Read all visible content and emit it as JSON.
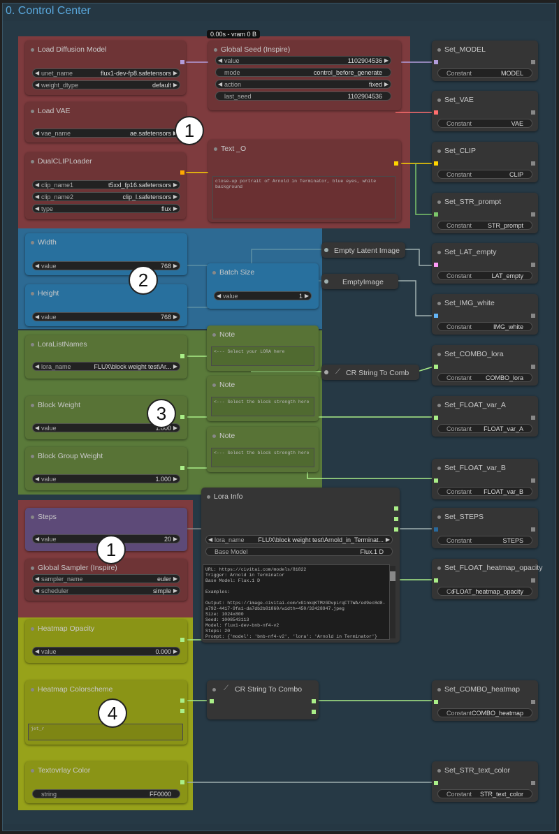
{
  "frame": {
    "title": "0. Control Center"
  },
  "status_badge": "0.00s - vram 0 B",
  "markers": [
    "1",
    "2",
    "3",
    "1",
    "4"
  ],
  "nodes": {
    "load_diffusion": {
      "title": "Load Diffusion Model",
      "w1_label": "unet_name",
      "w1_value": "flux1-dev-fp8.safetensors",
      "w2_label": "weight_dtype",
      "w2_value": "default"
    },
    "load_vae": {
      "title": "Load VAE",
      "w1_label": "vae_name",
      "w1_value": "ae.safetensors"
    },
    "dualclip": {
      "title": "DualCLIPLoader",
      "w1_label": "clip_name1",
      "w1_value": "t5xxl_fp16.safetensors",
      "w2_label": "clip_name2",
      "w2_value": "clip_l.safetensors",
      "w3_label": "type",
      "w3_value": "flux"
    },
    "global_seed": {
      "title": "Global Seed (Inspire)",
      "w1_label": "value",
      "w1_value": "1102904536",
      "w2_label": "mode",
      "w2_value": "control_before_generate",
      "w3_label": "action",
      "w3_value": "fixed",
      "w4_label": "last_seed",
      "w4_value": "1102904536"
    },
    "text_o": {
      "title": "Text _O",
      "text": "close-up portrait of Arnold in Terminator, blue eyes, white background"
    },
    "width": {
      "title": "Width",
      "w1_label": "value",
      "w1_value": "768"
    },
    "height": {
      "title": "Height",
      "w1_label": "value",
      "w1_value": "768"
    },
    "batch": {
      "title": "Batch Size",
      "w1_label": "value",
      "w1_value": "1"
    },
    "empty_latent": {
      "title": "Empty Latent Image"
    },
    "empty_image": {
      "title": "EmptyImage"
    },
    "lora_list": {
      "title": "LoraListNames",
      "w1_label": "lora_name",
      "w1_value": "FLUX\\block weight test\\Ar..."
    },
    "note1": {
      "title": "Note",
      "text": "<--- Select your LORA here"
    },
    "note2": {
      "title": "Note",
      "text": "<--- Select the block strength here"
    },
    "note3": {
      "title": "Note",
      "text": "<--- Select the block strength here"
    },
    "block_weight": {
      "title": "Block Weight",
      "w1_label": "value",
      "w1_value": "1.000"
    },
    "block_group": {
      "title": "Block Group Weight",
      "w1_label": "value",
      "w1_value": "1.000"
    },
    "cr_string_1": {
      "title": "CR String To Comb"
    },
    "lora_info": {
      "title": "Lora Info",
      "w1_label": "lora_name",
      "w1_value": "FLUX\\block weight test\\Arnold_in_Terminat...",
      "w2_label": "Base Model",
      "w2_value": "Flux.1 D",
      "text": "URL: https://civitai.com/models/81822\nTrigger: Arnold in Terminator\nBase Model: Flux.1 D\n\nExamples:\n\nOutput: https://image.civitai.com/xG1nkqKTMzGDvpLrqFT7WA/ed9ec8d8-a792-4417-9fa1-da7db2b81860/width=450/32428947.jpeg\nSize: 1024x800\nSeed: 1008543113\nModel: flux1-dev-bnb-nf4-v2\nSteps: 20\nPrompt: {'model': 'bnb-nf4-v2', 'lora': 'Arnold in Terminator'}"
    },
    "steps": {
      "title": "Steps",
      "w1_label": "value",
      "w1_value": "20"
    },
    "global_sampler": {
      "title": "Global Sampler (Inspire)",
      "w1_label": "sampler_name",
      "w1_value": "euler",
      "w2_label": "scheduler",
      "w2_value": "simple"
    },
    "heatmap_opacity": {
      "title": "Heatmap Opacity",
      "w1_label": "value",
      "w1_value": "0.000"
    },
    "heatmap_colorscheme": {
      "title": "Heatmap Colorscheme",
      "text": "jet_r"
    },
    "textovr_color": {
      "title": "Textovrlay Color",
      "w1_label": "string",
      "w1_value": "FF0000"
    },
    "cr_string_2": {
      "title": "CR String To Combo"
    }
  },
  "set_nodes": [
    {
      "title": "Set_MODEL",
      "label": "Constant",
      "value": "MODEL"
    },
    {
      "title": "Set_VAE",
      "label": "Constant",
      "value": "VAE"
    },
    {
      "title": "Set_CLIP",
      "label": "Constant",
      "value": "CLIP"
    },
    {
      "title": "Set_STR_prompt",
      "label": "Constant",
      "value": "STR_prompt"
    },
    {
      "title": "Set_LAT_empty",
      "label": "Constant",
      "value": "LAT_empty"
    },
    {
      "title": "Set_IMG_white",
      "label": "Constant",
      "value": "IMG_white"
    },
    {
      "title": "Set_COMBO_lora",
      "label": "Constant",
      "value": "COMBO_lora"
    },
    {
      "title": "Set_FLOAT_var_A",
      "label": "Constant",
      "value": "FLOAT_var_A"
    },
    {
      "title": "Set_FLOAT_var_B",
      "label": "Constant",
      "value": "FLOAT_var_B"
    },
    {
      "title": "Set_STEPS",
      "label": "Constant",
      "value": "STEPS"
    },
    {
      "title": "Set_FLOAT_heatmap_opacity",
      "label": "Co",
      "value": "FLOAT_heatmap_opacity"
    },
    {
      "title": "Set_COMBO_heatmap",
      "label": "Constant",
      "value": "COMBO_heatmap"
    },
    {
      "title": "Set_STR_text_color",
      "label": "Constant",
      "value": "STR_text_color"
    }
  ],
  "colors": {
    "model": "#b39ddb",
    "vae": "#ff6e6e",
    "clip": "#ffd500",
    "string": "#7cc66b",
    "latent": "#ff9cf9",
    "image": "#64b5f6",
    "float": "#aaee88",
    "int": "#29699c"
  }
}
